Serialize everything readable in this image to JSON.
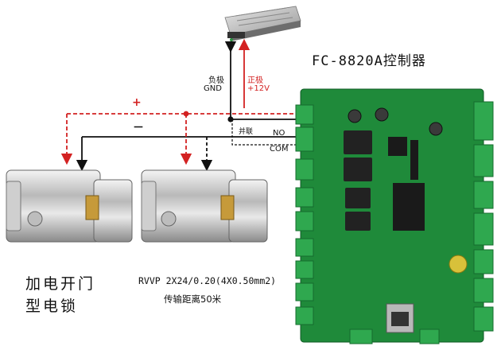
{
  "title": "FC-8820A控制器",
  "psu": {
    "negative_label": "负极",
    "gnd_label": "GND",
    "positive_label": "正极",
    "positive_voltage": "+12V"
  },
  "wires": {
    "plus_sign": "+",
    "minus_sign": "－",
    "parallel_label": "并联",
    "no_label": "NO",
    "com_label": "COM"
  },
  "lock": {
    "name_line1": "加电开门",
    "name_line2": "型电锁"
  },
  "cable": {
    "spec": "RVVP 2X24/0.20(4X0.50mm2)",
    "distance": "传输距离50米"
  },
  "colors": {
    "positive_wire": "#d32222",
    "negative_wire": "#111111",
    "pcb_green": "#1f8a3a",
    "terminal_green": "#2fa84f"
  }
}
